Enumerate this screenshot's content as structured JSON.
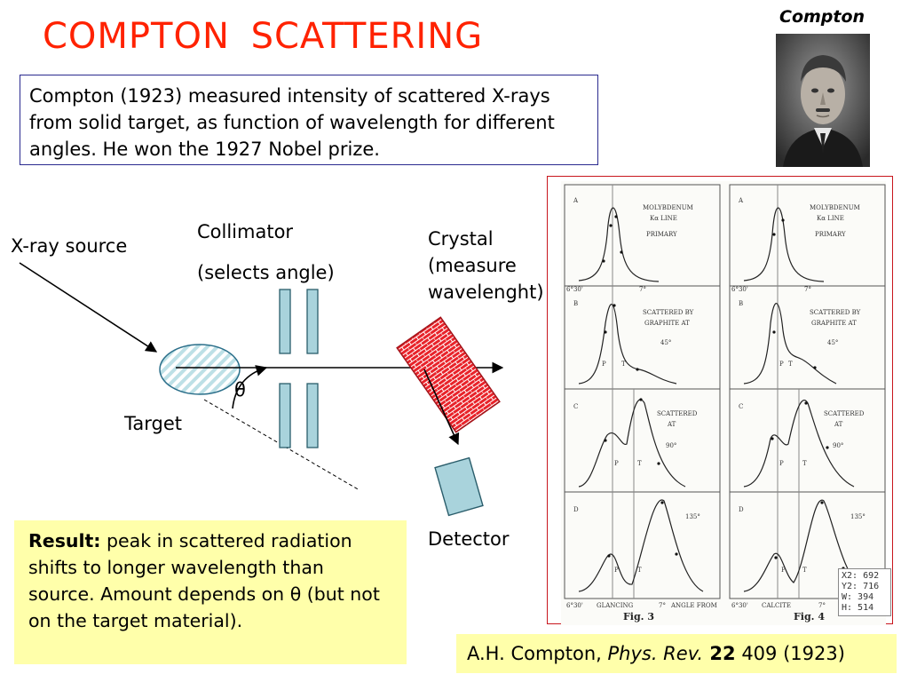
{
  "title": "COMPTON SCATTERING",
  "portrait": {
    "label": "Compton"
  },
  "intro": "Compton (1923) measured intensity of scattered X-rays from solid target, as function of wavelength for different angles. He won the 1927 Nobel prize.",
  "diagram": {
    "labels": {
      "source": "X-ray source",
      "collimator": "Collimator",
      "collimator_note": "(selects angle)",
      "crystal_1": "Crystal",
      "crystal_2": "(measure",
      "crystal_3": "wavelenght)",
      "target": "Target",
      "theta": "θ",
      "detector": "Detector"
    },
    "colors": {
      "target_fill": "#bde0e6",
      "collimator_fill": "#a9d3dc",
      "crystal_fill": "#e8232a",
      "detector_fill": "#a9d3dc"
    }
  },
  "result": {
    "label": "Result:",
    "text": " peak in scattered radiation shifts to longer wavelength than source. Amount depends on θ (but not on the target material)."
  },
  "reference": {
    "authors": "A.H. Compton, ",
    "journal": "Phys. Rev.",
    "volume": " 22",
    "rest": " 409 (1923)"
  },
  "figure": {
    "left_header_1": "MOLYBDENUM",
    "left_header_2": "Kα LINE",
    "left_header_3": "PRIMARY",
    "right_header_1": "MOLYBDENUM",
    "right_header_2": "Kα LINE",
    "right_header_3": "PRIMARY",
    "row_labels": [
      "A",
      "B",
      "C",
      "D"
    ],
    "row_b_1": "SCATTERED BY",
    "row_b_2": "GRAPHITE AT",
    "row_b_3": "45°",
    "row_c_1": "SCATTERED",
    "row_c_2": "AT",
    "row_c_3": "90°",
    "row_d_angle": "135°",
    "tick_left": "6°30'",
    "tick_right": "7°",
    "bottom_left_1": "GLANCING",
    "bottom_left_2": "ANGLE FROM",
    "bottom_right": "CALCITE",
    "peak_p": "P",
    "peak_t": "T",
    "caption_left": "Fig. 3",
    "caption_right": "Fig. 4",
    "readout": [
      "X2: 692",
      "Y2: 716",
      "W:  394",
      "H:  514"
    ]
  }
}
